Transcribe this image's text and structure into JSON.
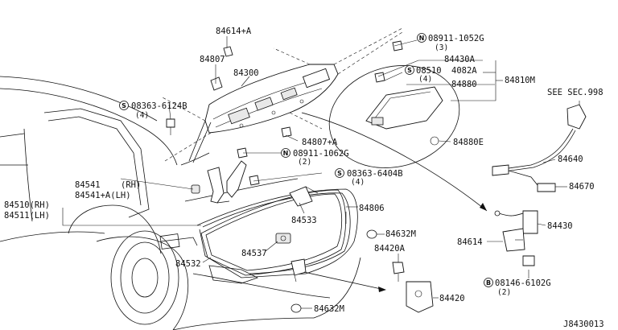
{
  "labels": {
    "p84614a": "84614+A",
    "p84807_top": "84807",
    "p84300": "84300",
    "p08911_1052g": "08911-1052G",
    "q08911_1052g": "(3)",
    "p84430a": "84430A",
    "p08510": "08510",
    "q08510": "(4)",
    "p4082a": "4082A",
    "p84880": "84880",
    "p84810m": "84810M",
    "p08363_6124b": "08363-6124B",
    "q08363_6124b": "(4)",
    "p84807a": "84807+A",
    "p08911_1062g": "08911-1062G",
    "q08911_1062g": "(2)",
    "p84880e": "84880E",
    "see_sec": "SEE SEC.998",
    "p84640": "84640",
    "p84541": "84541",
    "p84541_rh": "(RH)",
    "p84541a_lh": "84541+A(LH)",
    "p84510_rh": "84510(RH)",
    "p84511_lh": "84511(LH)",
    "p08363_6404b": "08363-6404B",
    "q08363_6404b": "(4)",
    "p84670": "84670",
    "p84806": "84806",
    "p84533": "84533",
    "p84430": "84430",
    "p84632m_mid": "84632M",
    "p84614": "84614",
    "p84420a": "84420A",
    "p84537": "84537",
    "p84532": "84532",
    "p08146_6102g": "08146-6102G",
    "q08146_6102g": "(2)",
    "p84420": "84420",
    "p84632m_bot": "84632M",
    "diagram_id": "J8430013"
  },
  "symbols": {
    "n1": "N",
    "n2": "N",
    "s1": "S",
    "s2": "S",
    "s3": "S",
    "b1": "B"
  }
}
